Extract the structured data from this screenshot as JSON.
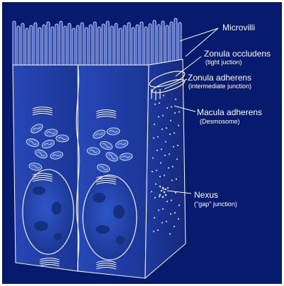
{
  "figure": {
    "background": "#061a6e",
    "cell_color": "#1d3ea8",
    "line_color": "#ffffff"
  },
  "labels": {
    "microvilli": "Microvilli",
    "zonula_occludens": "Zonula occludens",
    "zonula_occludens_sub": "(tight juction)",
    "zonula_adherens": "Zonula adherens",
    "zonula_adherens_sub": "(intermediate junction)",
    "macula_adherens": "Macula adherens",
    "macula_adherens_sub": "(Desmosome)",
    "nexus": "Nexus",
    "nexus_sub": "(\"gap\" junction)"
  }
}
